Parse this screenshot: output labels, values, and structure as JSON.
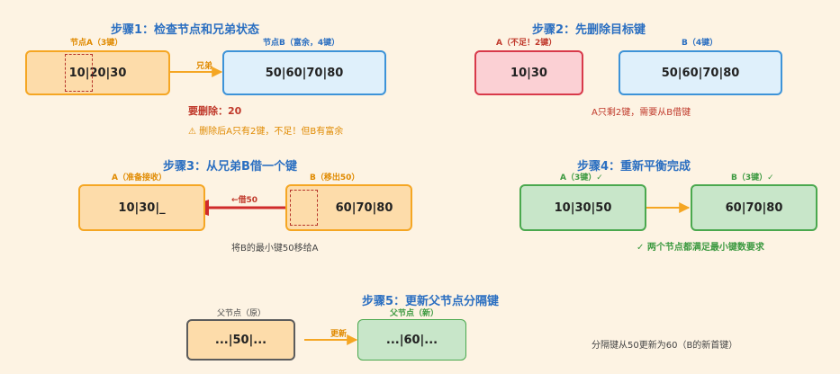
{
  "step1": {
    "title": "步骤1：检查节点和兄弟状态",
    "node_a_label": "节点A（3键）",
    "node_a_keys": "10|20|30",
    "node_b_label": "节点B（富余，4键）",
    "node_b_keys": "50|60|70|80",
    "arrow_label": "兄弟",
    "delete_label": "要删除：20",
    "warning": "⚠ 删除后A只有2键，不足！但B有富余"
  },
  "step2": {
    "title": "步骤2：先删除目标键",
    "node_a_label": "A（不足！2键）",
    "node_a_keys": "10|30",
    "node_b_label": "B（4键）",
    "node_b_keys": "50|60|70|80",
    "note": "A只剩2键，需要从B借键"
  },
  "step3": {
    "title": "步骤3：从兄弟B借一个键",
    "node_a_label": "A（准备接收）",
    "node_a_keys": "10|30|_",
    "node_b_label": "B（移出50）",
    "node_b_keys": "60|70|80",
    "arrow_label": "←借50",
    "note": "将B的最小键50移给A"
  },
  "step4": {
    "title": "步骤4：重新平衡完成",
    "node_a_label": "A（3键）✓",
    "node_a_keys": "10|30|50",
    "node_b_label": "B（3键）✓",
    "node_b_keys": "60|70|80",
    "note": "✓ 两个节点都满足最小键数要求"
  },
  "step5": {
    "title": "步骤5：更新父节点分隔键",
    "old_label": "父节点（原）",
    "old_keys": "...|50|...",
    "new_label": "父节点（新）",
    "new_keys": "...|60|...",
    "arrow_label": "更新",
    "note": "分隔键从50更新为60（B的新首键）"
  },
  "colors": {
    "title": "#2b6fc1",
    "orange": "#f5a623",
    "red": "#d8394a",
    "green": "#4aa84e",
    "blue": "#3d93d8"
  }
}
